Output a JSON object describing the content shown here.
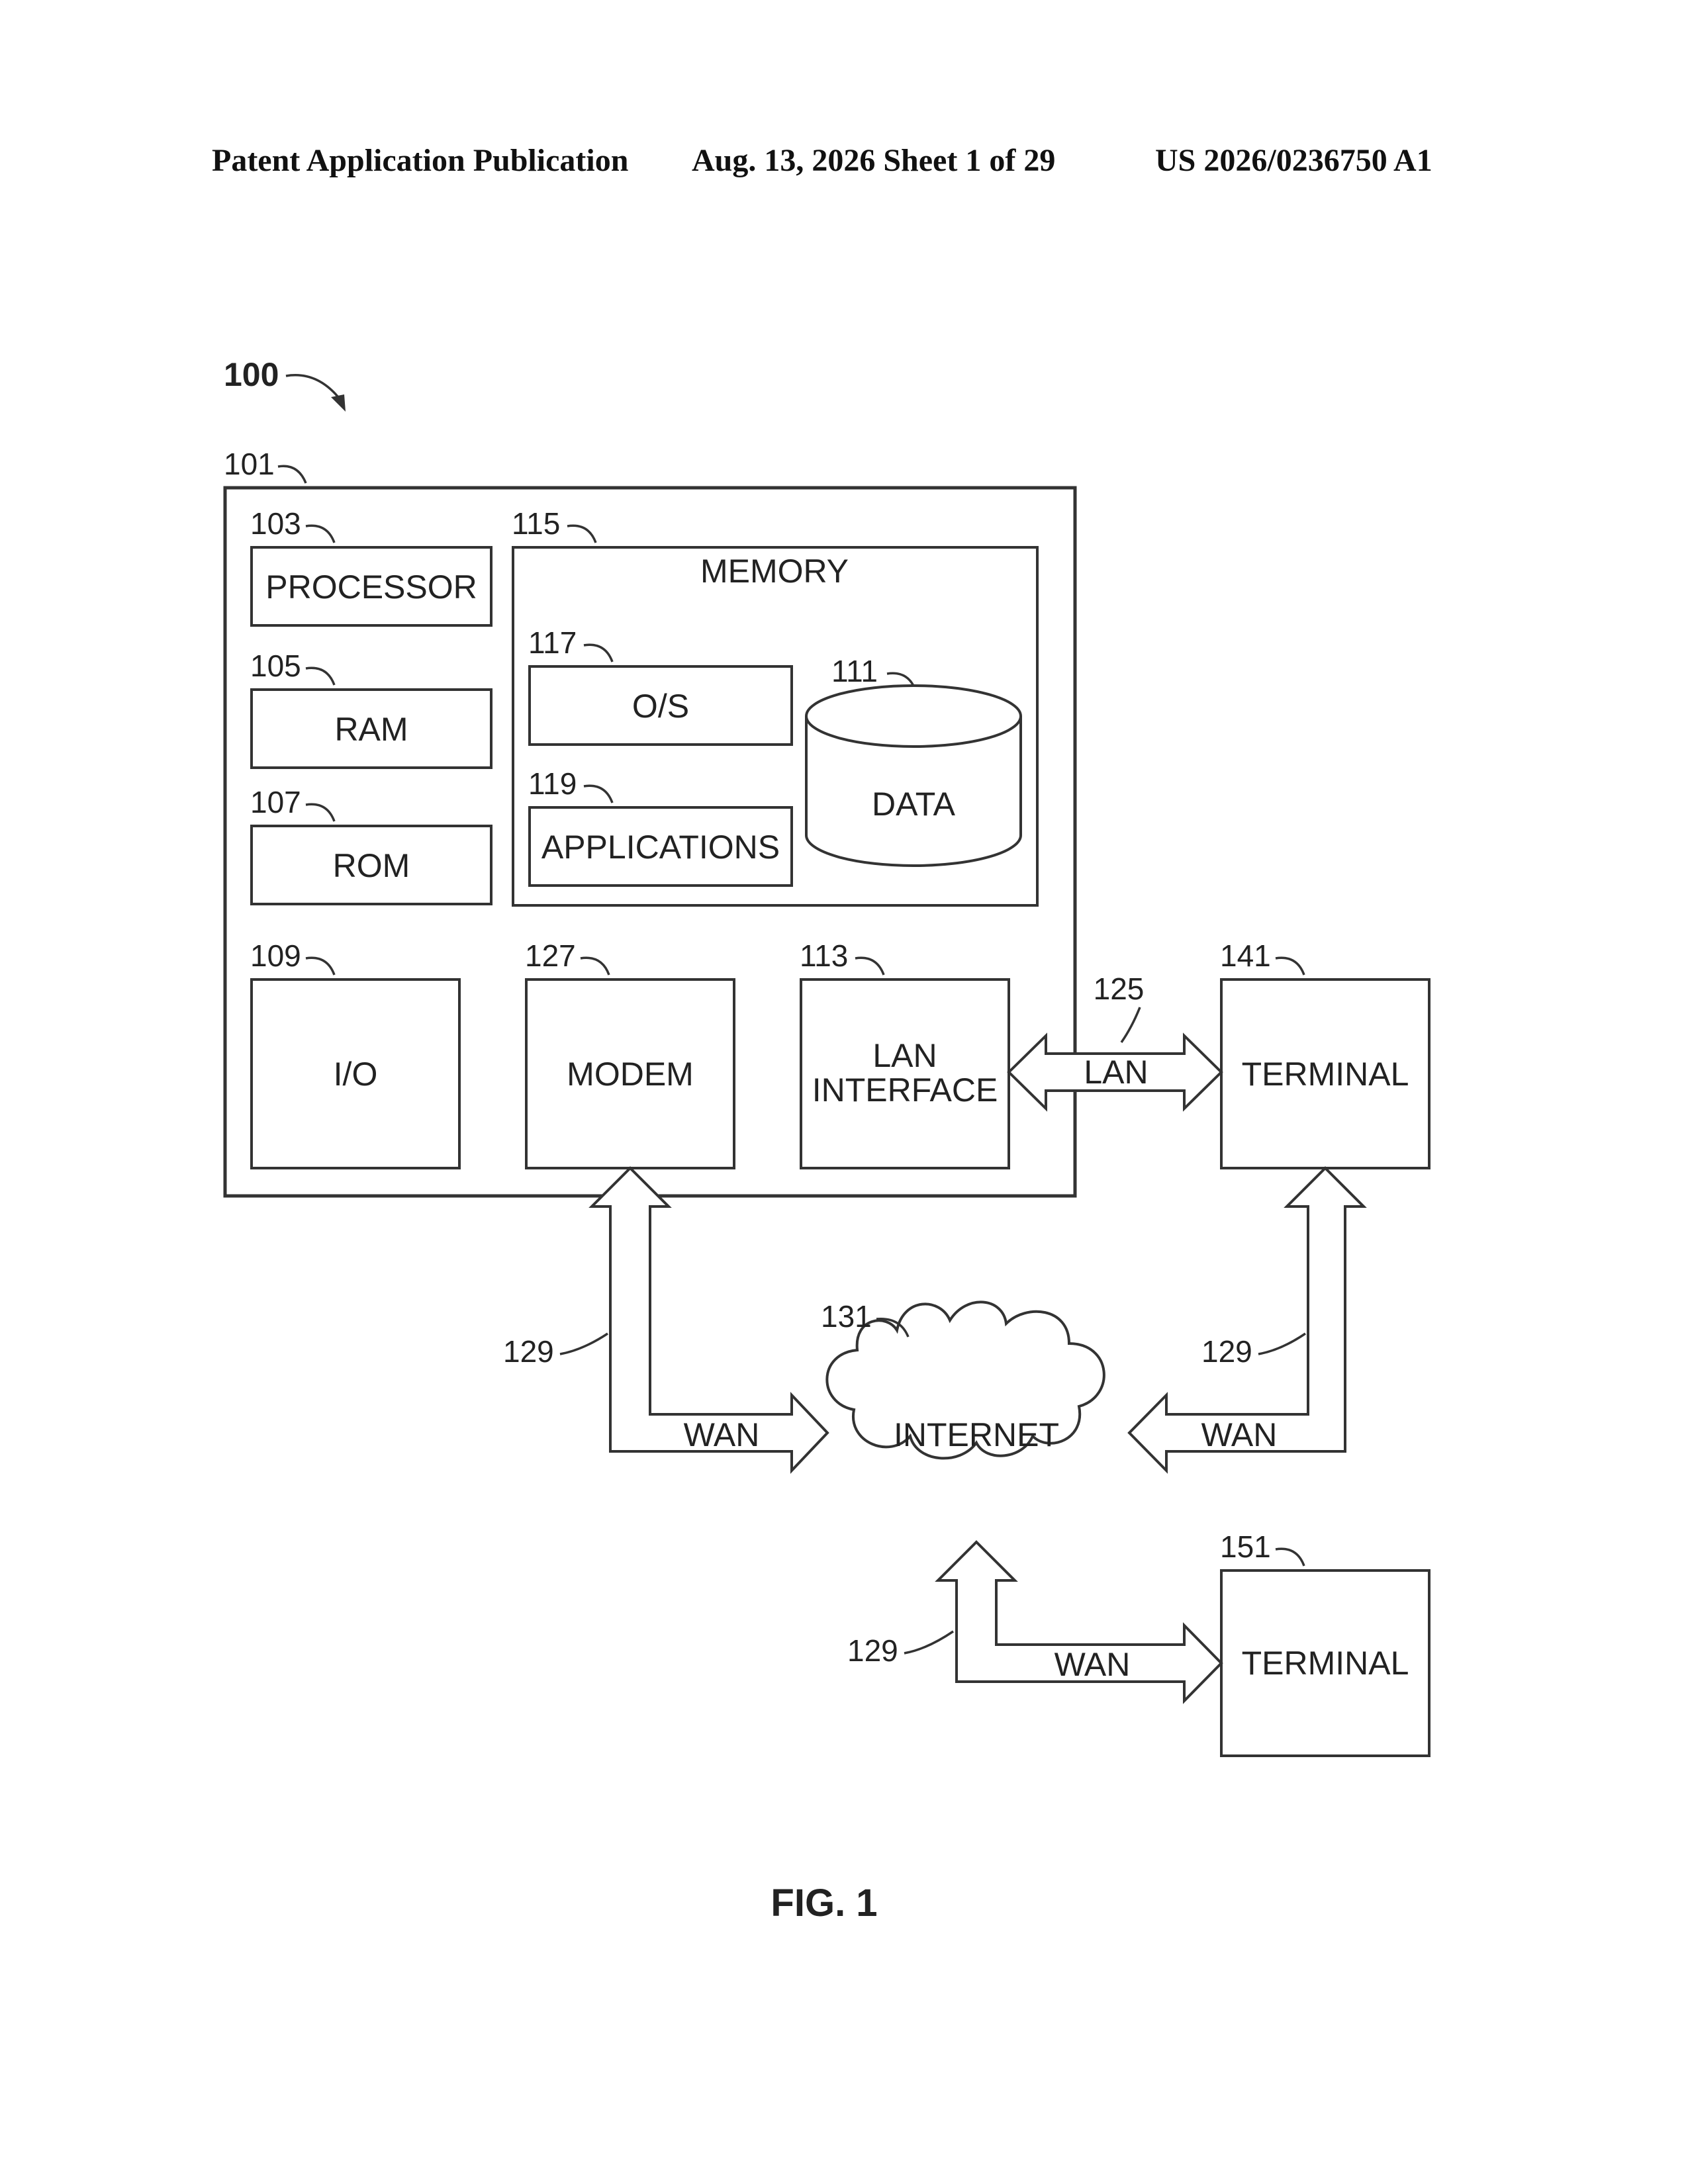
{
  "header": {
    "publication": "Patent Application Publication",
    "date_sheet": "Aug. 13, 2026  Sheet 1 of 29",
    "number": "US 2026/0236750 A1"
  },
  "figure": {
    "system_ref": "100",
    "computer_ref": "101",
    "processor": {
      "ref": "103",
      "label": "PROCESSOR"
    },
    "ram": {
      "ref": "105",
      "label": "RAM"
    },
    "rom": {
      "ref": "107",
      "label": "ROM"
    },
    "io": {
      "ref": "109",
      "label": "I/O"
    },
    "memory": {
      "ref": "115",
      "label": "MEMORY"
    },
    "os": {
      "ref": "117",
      "label": "O/S"
    },
    "applications": {
      "ref": "119",
      "label": "APPLICATIONS"
    },
    "data": {
      "ref": "111",
      "label": "DATA"
    },
    "modem": {
      "ref": "127",
      "label": "MODEM"
    },
    "lan_interface": {
      "ref": "113",
      "label_line1": "LAN",
      "label_line2": "INTERFACE"
    },
    "lan_link": {
      "ref": "125",
      "label": "LAN"
    },
    "terminal_1": {
      "ref": "141",
      "label": "TERMINAL"
    },
    "terminal_2": {
      "ref": "151",
      "label": "TERMINAL"
    },
    "internet": {
      "ref": "131",
      "label": "INTERNET"
    },
    "wan_left": {
      "ref": "129",
      "label": "WAN"
    },
    "wan_right": {
      "ref": "129",
      "label": "WAN"
    },
    "wan_bottom": {
      "ref": "129",
      "label": "WAN"
    },
    "caption": "FIG. 1"
  }
}
